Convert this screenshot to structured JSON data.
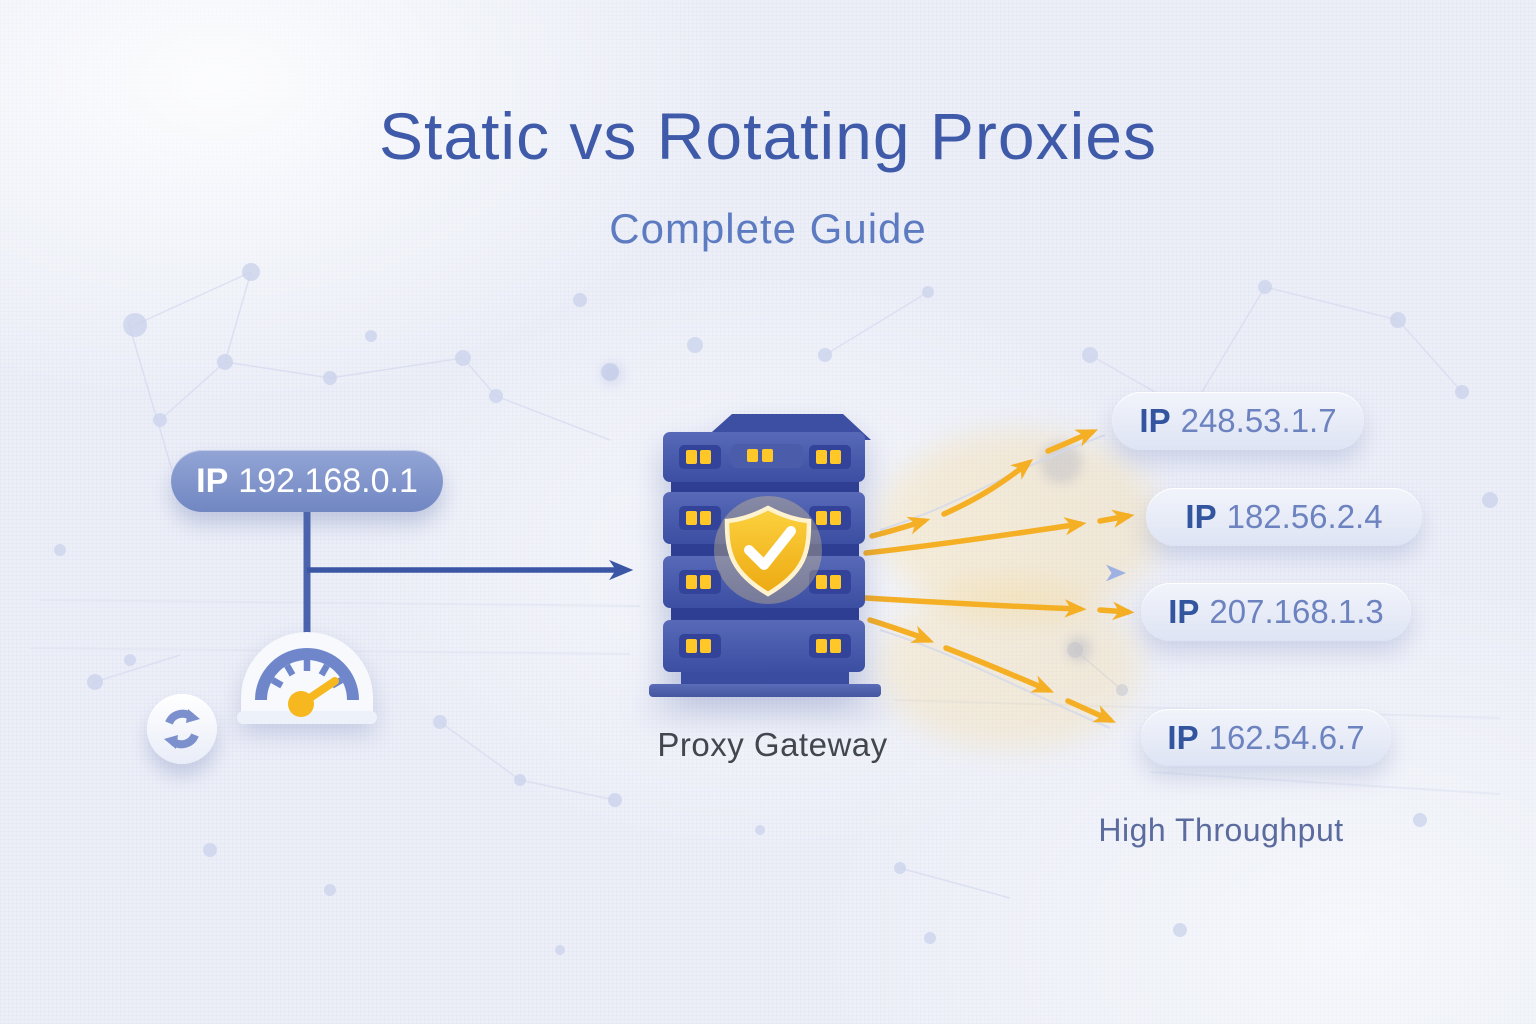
{
  "title": "Static vs Rotating Proxies",
  "subtitle": "Complete Guide",
  "source_ip": {
    "label": "IP",
    "value": "192.168.0.1"
  },
  "gateway": {
    "caption": "Proxy Gateway"
  },
  "outputs": [
    {
      "label": "IP",
      "value": "248.53.1.7"
    },
    {
      "label": "IP",
      "value": "182.56.2.4"
    },
    {
      "label": "IP",
      "value": "207.168.1.3"
    },
    {
      "label": "IP",
      "value": "162.54.6.7"
    }
  ],
  "footer_caption": "High Throughput",
  "icons": {
    "server": "proxy-server-rack",
    "shield": "shield-check",
    "gauge": "speedometer",
    "rotate": "rotating-arrows",
    "arrows": "flow-arrows"
  },
  "colors": {
    "background": "#EDEFF8",
    "title": "#3E5AA9",
    "subtitle": "#5D7BC1",
    "accent_blue": "#3B56A5",
    "light_blue_arrow": "#9FB1E2",
    "accent_yellow": "#F5AF25",
    "server_body": "#44559F",
    "pill_dark": "#7E92C8",
    "pill_light": "#E7EBF7",
    "gateway_caption": "#42474F",
    "footer_caption": "#5B6B9D"
  }
}
